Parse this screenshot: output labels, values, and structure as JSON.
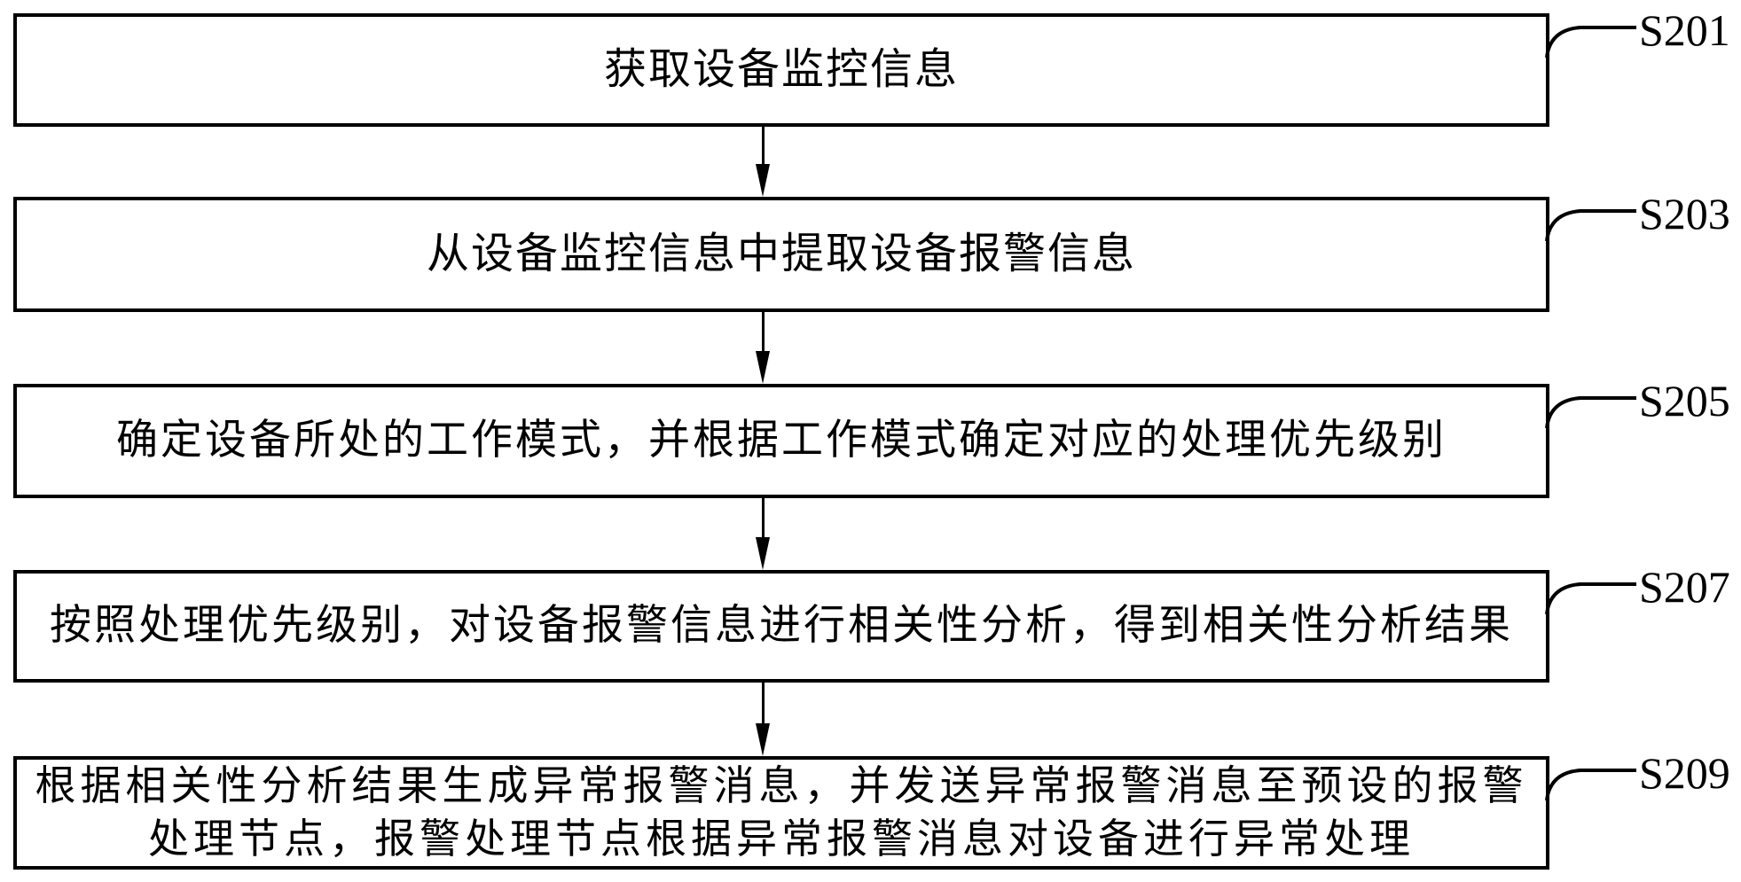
{
  "figure": {
    "type": "flowchart",
    "background_color": "#ffffff",
    "line_color": "#000000"
  },
  "steps": [
    {
      "id": "S201",
      "text": "获取设备监控信息"
    },
    {
      "id": "S203",
      "text": "从设备监控信息中提取设备报警信息"
    },
    {
      "id": "S205",
      "text": "确定设备所处的工作模式，并根据工作模式确定对应的处理优先级别"
    },
    {
      "id": "S207",
      "text": "按照处理优先级别，对设备报警信息进行相关性分析，得到相关性分析结果"
    },
    {
      "id": "S209",
      "text": "根据相关性分析结果生成异常报警消息，并发送异常报警消息至预设的报警处理节点，报警处理节点根据异常报警消息对设备进行异常处理"
    }
  ],
  "arrows": [
    {
      "from": "S201",
      "to": "S203"
    },
    {
      "from": "S203",
      "to": "S205"
    },
    {
      "from": "S205",
      "to": "S207"
    },
    {
      "from": "S207",
      "to": "S209"
    }
  ]
}
